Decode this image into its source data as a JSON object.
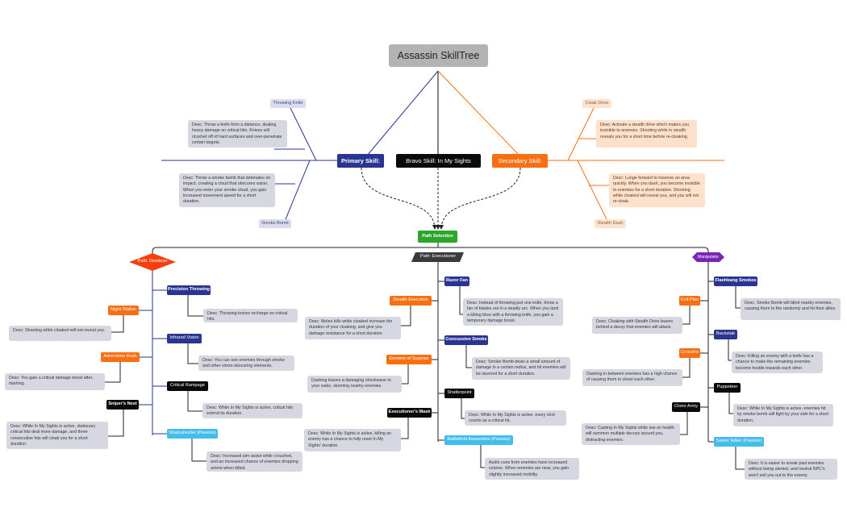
{
  "root": {
    "title": "Assassin SkillTree"
  },
  "top_skills": {
    "primary": "Primary Skill:",
    "bravo": "Bravo Skill: In My Sights",
    "secondary": "Secondary Skill:"
  },
  "primary_branch": {
    "throwing_knife": "Throwing Knife",
    "throwing_knife_desc": "Desc: Throw a knife from a distance, dealing heavy damage on critical hits. Knives will ricochet off of hard surfaces and over-penetrate certain targets.",
    "smoke_bomb_desc": "Desc: Throw a smoke bomb that detonates on impact, creating a cloud that obscures vision. When you enter your smoke cloud, you gain increased movement speed for a short duration.",
    "smoke_bomb": "Smoke Bomb"
  },
  "secondary_branch": {
    "cloak_drive": "Cloak Drive",
    "cloak_drive_desc": "Desc: Activate a stealth drive which makes you invisible to enemies. Shooting while in stealth reveals you for a short time before re-cloaking.",
    "stealth_dash_desc": "Desc: Lunge forward to traverse an area quickly. When you dash, you become invisible to enemies for a short duration. Shooting while cloaked will reveal you, and you will not re-cloak.",
    "stealth_dash": "Stealth Dash"
  },
  "path_selection": "Path Selection",
  "deadeye": {
    "label": "Path: Deadeye",
    "precision_throwing": "Precision Throwing",
    "precision_throwing_desc": "Desc: Throwing knives recharge on critical hits.",
    "night_stalker": "Night Stalker",
    "night_stalker_desc": "Desc: Shooting while cloaked will not reveal you.",
    "infrared_vision": "Infrared Vision",
    "infrared_vision_desc": "Desc: You can see enemies through smoke and other vision-obscuring elements.",
    "adrenaline_rush": "Adrenaline Rush",
    "adrenaline_rush_desc": "Desc: You gain a critical damage boost after dashing.",
    "critical_rampage": "Critical Rampage",
    "critical_rampage_desc": "Desc: While In My Sights is active, critical hits extend its duration.",
    "snipers_nest": "Sniper's Nest",
    "snipers_nest_desc": "Desc: While In My Sights is active, stationary critical hits deal more damage, and three consecutive hits will cloak you for a short duration.",
    "sharpshooter": "Sharpshooter (Passive)",
    "sharpshooter_desc": "Desc: Increased aim assist while crouched, and an increased chance of enemies dropping ammo when killed."
  },
  "executioner": {
    "label": "Path: Executioner",
    "razor_fan": "Razor Fan",
    "razor_fan_desc": "Desc: Instead of throwing just one knife, throw a fan of blades out in a deadly arc. When you land a killing blow with a throwing knife, you gain a temporary damage boost.",
    "stealth_execution": "Stealth Execution",
    "stealth_execution_desc": "Desc: Melee kills while cloaked increase the duration of your cloaking, and give you damage resistance for a short duration",
    "concussive_smoke": "Concussive Smoke",
    "concussive_smoke_desc": "Desc: Smoke Bomb deals a small amount of damage in a certain radius, and hit enemies will be stunned for a short duration.",
    "element_of_surprise": "Element of Surprise",
    "element_of_surprise_desc": "Dashing leaves a damaging shockwave in your wake, stunning nearby enemies.",
    "shatterpoint": "Shatterpoint",
    "shatterpoint_desc": "Desc: While In My Sights is active, every shot counts as a critical hit.",
    "executioners_mask": "Executioner's Mask",
    "executioners_mask_desc": "Desc: While In My Sights is active, killing an enemy has a chance to fully reset In My Sights' duration.",
    "battlefield_awareness": "Battlefield Awareness (Passive)",
    "battlefield_awareness_desc": "Audio cues from enemies have increased volume. When enemies are near, you gain slightly increased mobility."
  },
  "manipulator": {
    "label": "Manipulator",
    "flashbang_smokes": "Flashbang Smokes",
    "flashbang_smokes_desc": "Desc: Smoke Bomb will blind nearby enemies, causing them to fire randomly and hit their allies.",
    "exit_plan": "Exit Plan",
    "exit_plan_desc": "Desc: Cloaking with Stealth Drive leaves behind a decoy that enemies will attack.",
    "backstab": "Backstab",
    "backstab_desc": "Desc: Killing an enemy with a knife has a chance to make the remaining enemies become hostile towards each other.",
    "crossfire": "Crossfire",
    "crossfire_desc": "Dashing in between enemies has a high chance of causing them to shoot each other.",
    "puppeteer": "Puppeteer",
    "puppeteer_desc": "Desc: While In My Sights is active, enemies hit by smoke bomb will fight by your side for a short duration.",
    "clone_army": "Clone Army",
    "clone_army_desc": "Desc: Casting In My Sights while low on health will summon multiple decoys around you, distracting enemies.",
    "sweet_talker": "Sweet Talker (Passive)",
    "sweet_talker_desc": "Desc: It is easier to sneak past enemies without being alerted, and neutral NPC's won't sell you out to the enemy."
  },
  "colors": {
    "navy": "#2a3591",
    "orange": "#f76f10",
    "black": "#0a0a0a",
    "sky": "#42bdec",
    "green": "#2ba62b",
    "deadeye_red": "#f5400d",
    "purple": "#7a24b8",
    "root_gray": "#b3b3b3"
  }
}
